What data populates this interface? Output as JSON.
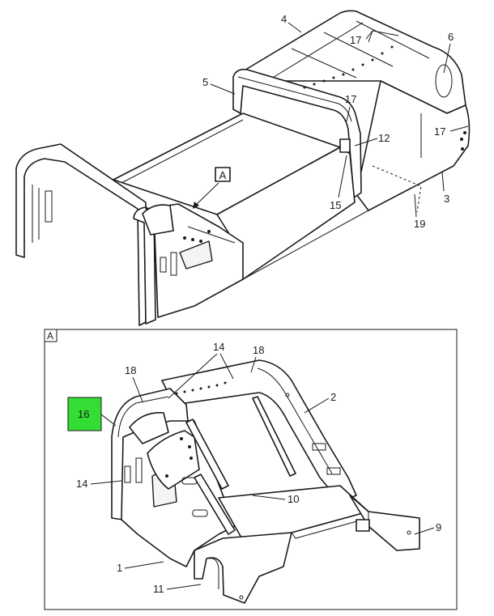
{
  "view_marker": "A",
  "detail_frame_label": "A",
  "callouts_top": {
    "c4": "4",
    "c17a": "17",
    "c6": "6",
    "c5": "5",
    "c17b": "17",
    "c12": "12",
    "c17c": "17",
    "c15": "15",
    "c3": "3",
    "c19": "19"
  },
  "callouts_detail": {
    "c14a": "14",
    "c18a": "18",
    "c18b": "18",
    "c2": "2",
    "c16": "16",
    "c14b": "14",
    "c10": "10",
    "c9": "9",
    "c1": "1",
    "c11": "11"
  },
  "colors": {
    "highlight": "#33dd33",
    "line": "#1a1a1a"
  }
}
